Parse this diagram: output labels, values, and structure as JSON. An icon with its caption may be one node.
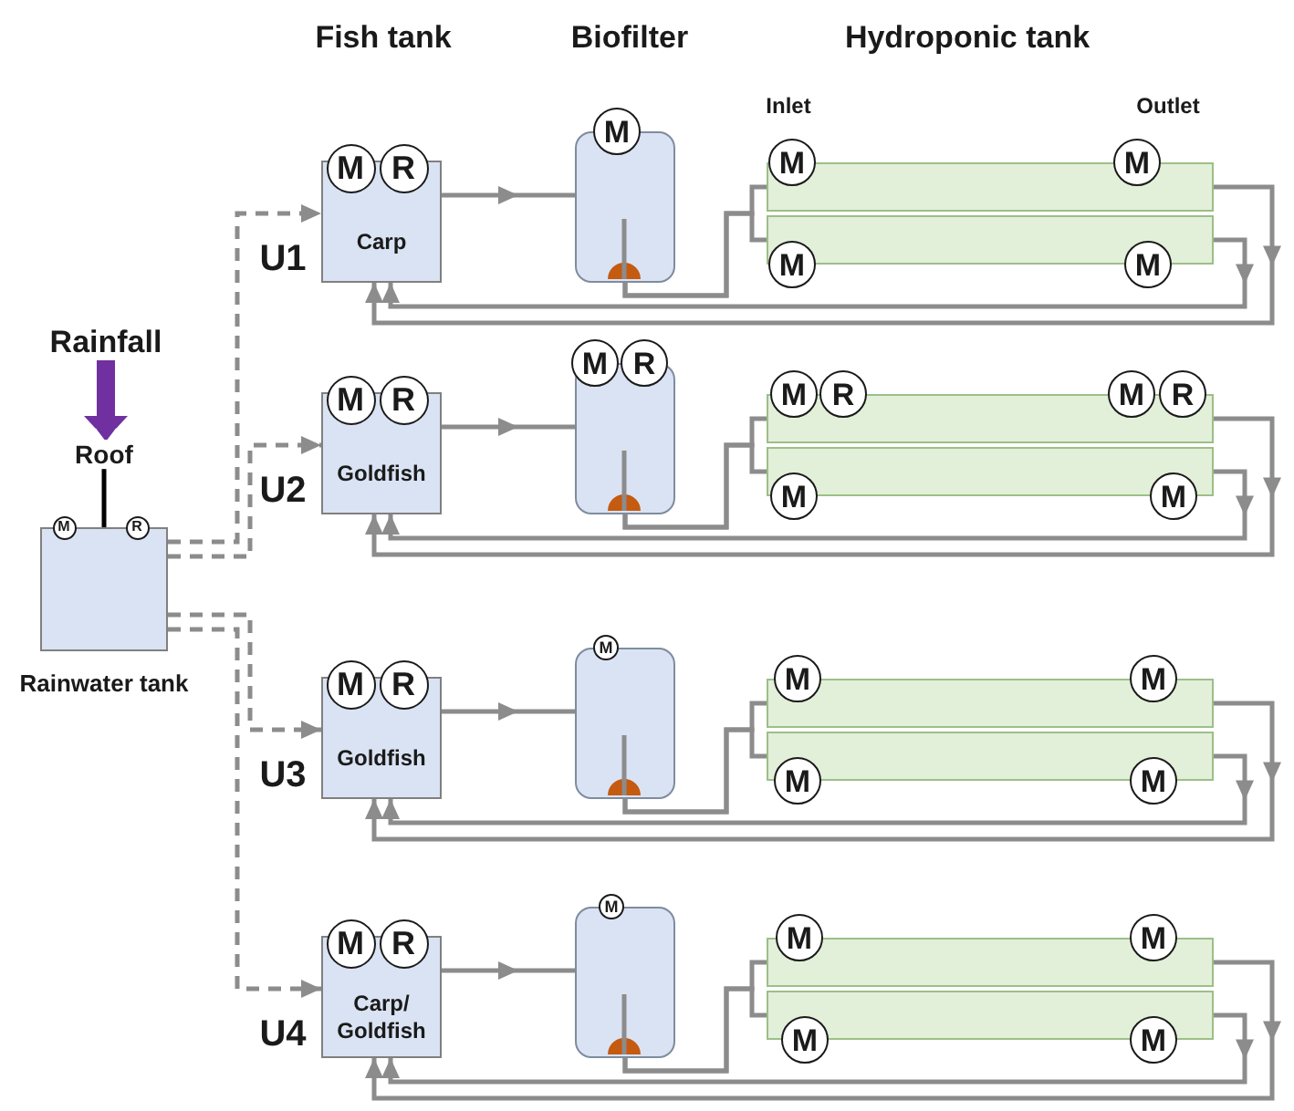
{
  "diagram": {
    "nodes": [
      {
        "text": [
          "Rainfall"
        ]
      },
      {
        "text": [
          "Roof"
        ]
      },
      {
        "text": [
          "Rainwater tank"
        ]
      },
      {
        "text": [
          "M"
        ]
      },
      {
        "text": [
          "R"
        ]
      },
      {
        "text": [
          "Carp"
        ]
      },
      {
        "text": [
          "M"
        ]
      },
      {
        "text": [
          "R"
        ]
      },
      {
        "text": [],
        "shape": "box"
      },
      {
        "text": [
          "M"
        ]
      },
      {
        "text": [],
        "shape": "bar"
      },
      {
        "text": [
          "M"
        ]
      },
      {
        "text": [
          "M"
        ]
      },
      {
        "text": [],
        "shape": "bar"
      },
      {
        "text": [
          "M"
        ]
      },
      {
        "text": [
          "M"
        ]
      },
      {
        "text": [
          "Goldfish"
        ]
      },
      {
        "text": [
          "M"
        ]
      },
      {
        "text": [
          "R"
        ]
      },
      {
        "text": [],
        "shape": "box"
      },
      {
        "text": [
          "M"
        ]
      },
      {
        "text": [
          "R"
        ]
      },
      {
        "text": [],
        "shape": "bar"
      },
      {
        "text": [
          "M"
        ]
      },
      {
        "text": [
          "R"
        ]
      },
      {
        "text": [
          "M"
        ]
      },
      {
        "text": [
          "R"
        ]
      },
      {
        "text": [],
        "shape": "bar"
      },
      {
        "text": [
          "M"
        ]
      },
      {
        "text": [
          "M"
        ]
      },
      {
        "text": [
          "Goldfish"
        ]
      },
      {
        "text": [
          "M"
        ]
      },
      {
        "text": [
          "R"
        ]
      },
      {
        "text": [],
        "shape": "box"
      },
      {
        "text": [
          "M"
        ]
      },
      {
        "text": [],
        "shape": "bar"
      },
      {
        "text": [
          "M"
        ]
      },
      {
        "text": [
          "M"
        ]
      },
      {
        "text": [],
        "shape": "bar"
      },
      {
        "text": [
          "M"
        ]
      },
      {
        "text": [
          "M"
        ]
      },
      {
        "text": [
          "Carp/ Goldfish"
        ]
      },
      {
        "text": [
          "M"
        ]
      },
      {
        "text": [
          "R"
        ]
      },
      {
        "text": [],
        "shape": "box"
      },
      {
        "text": [
          "M"
        ]
      },
      {
        "text": [],
        "shape": "bar"
      },
      {
        "text": [
          "M"
        ]
      },
      {
        "text": [
          "M"
        ]
      },
      {
        "text": [],
        "shape": "bar"
      },
      {
        "text": [
          "M"
        ]
      },
      {
        "text": [
          "M"
        ]
      }
    ],
    "edges": [
      {
        "from": 0,
        "to": 1,
        "arrow": "to",
        "style": "thick",
        "color": "#7030a0"
      },
      {
        "from": 1,
        "to": 2,
        "arrow": "none",
        "color": "#000000"
      },
      {
        "from": 2,
        "to": 5,
        "arrow": "to",
        "style": "dashed"
      },
      {
        "from": 5,
        "to": 8,
        "arrow": "to"
      },
      {
        "from": 8,
        "to": 10,
        "arrow": "none"
      },
      {
        "from": 8,
        "to": 13,
        "arrow": "none"
      },
      {
        "from": 10,
        "to": 5,
        "arrow": "to"
      },
      {
        "from": 13,
        "to": 5,
        "arrow": "to"
      },
      {
        "from": 2,
        "to": 16,
        "arrow": "to",
        "style": "dashed"
      },
      {
        "from": 16,
        "to": 19,
        "arrow": "to"
      },
      {
        "from": 19,
        "to": 22,
        "arrow": "none"
      },
      {
        "from": 19,
        "to": 27,
        "arrow": "none"
      },
      {
        "from": 22,
        "to": 16,
        "arrow": "to"
      },
      {
        "from": 27,
        "to": 16,
        "arrow": "to"
      },
      {
        "from": 2,
        "to": 30,
        "arrow": "to",
        "style": "dashed"
      },
      {
        "from": 30,
        "to": 33,
        "arrow": "to"
      },
      {
        "from": 33,
        "to": 35,
        "arrow": "none"
      },
      {
        "from": 33,
        "to": 38,
        "arrow": "none"
      },
      {
        "from": 35,
        "to": 30,
        "arrow": "to"
      },
      {
        "from": 38,
        "to": 30,
        "arrow": "to"
      },
      {
        "from": 2,
        "to": 41,
        "arrow": "to",
        "style": "dashed"
      },
      {
        "from": 41,
        "to": 44,
        "arrow": "to"
      },
      {
        "from": 44,
        "to": 46,
        "arrow": "none"
      },
      {
        "from": 44,
        "to": 49,
        "arrow": "none"
      },
      {
        "from": 46,
        "to": 41,
        "arrow": "to"
      },
      {
        "from": 49,
        "to": 41,
        "arrow": "to"
      }
    ],
    "labels": [
      "Fish tank",
      "Biofilter",
      "Hydroponic tank",
      "Inlet",
      "Outlet",
      "U1",
      "U2",
      "U3",
      "U4"
    ]
  }
}
